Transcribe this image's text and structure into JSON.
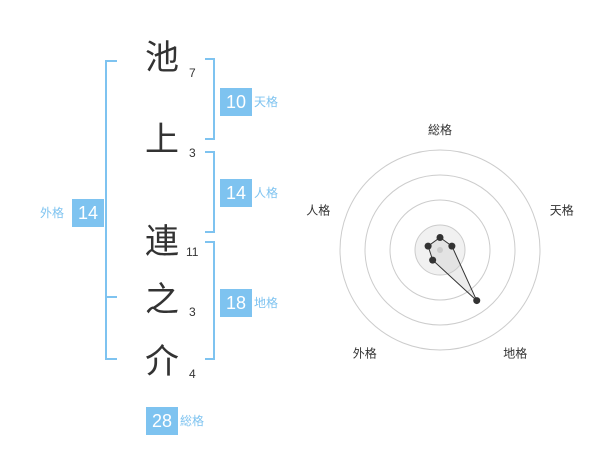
{
  "characters": [
    {
      "char": "池",
      "strokes": "7"
    },
    {
      "char": "上",
      "strokes": "3"
    },
    {
      "char": "連",
      "strokes": "11"
    },
    {
      "char": "之",
      "strokes": "3"
    },
    {
      "char": "介",
      "strokes": "4"
    }
  ],
  "fortunes": {
    "tenkaku": {
      "label": "天格",
      "value": "10"
    },
    "jinkaku": {
      "label": "人格",
      "value": "14"
    },
    "chikaku": {
      "label": "地格",
      "value": "18"
    },
    "gaikaku": {
      "label": "外格",
      "value": "14"
    },
    "soukaku": {
      "label": "総格",
      "value": "28"
    }
  },
  "colors": {
    "accent": "#7ec3f0",
    "text": "#333333"
  },
  "chart_data": {
    "type": "radar",
    "axes": [
      "総格",
      "天格",
      "地格",
      "外格",
      "人格"
    ],
    "values": [
      0.5,
      0.5,
      2.5,
      0.5,
      0.5
    ],
    "rings": 4,
    "rmax": 4
  }
}
